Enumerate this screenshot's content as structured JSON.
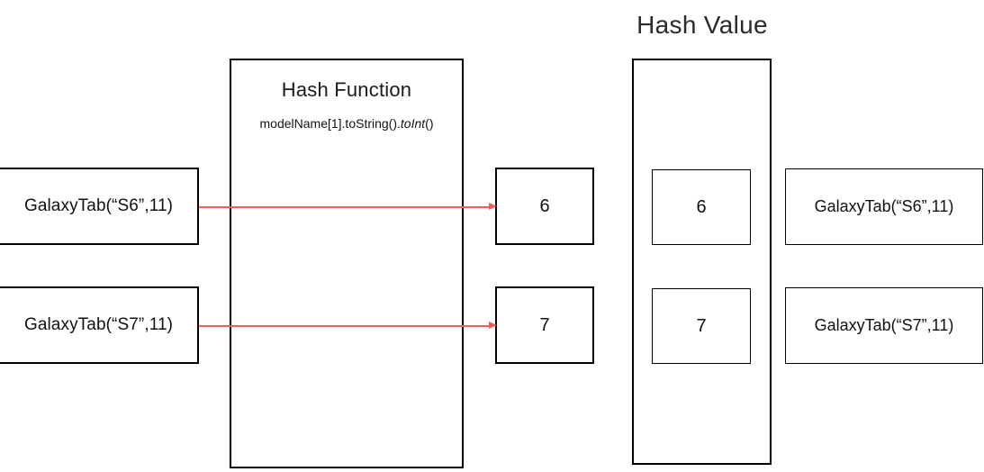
{
  "diagram": {
    "title": "Hash Value",
    "hash_function": {
      "title": "Hash Function",
      "expression_prefix": "modelName[1].toString().",
      "expression_italic": "toInt",
      "expression_suffix": "()"
    },
    "inputs": [
      {
        "label": "GalaxyTab(“S6”,11)"
      },
      {
        "label": "GalaxyTab(“S7”,11)"
      }
    ],
    "hash_results": [
      {
        "value": "6"
      },
      {
        "value": "7"
      }
    ],
    "table_slots": [
      {
        "value": "6"
      },
      {
        "value": "7"
      }
    ],
    "stored_objects": [
      {
        "label": "GalaxyTab(“S6”,11)"
      },
      {
        "label": "GalaxyTab(“S7”,11)"
      }
    ],
    "arrow_color": "#f75b5b",
    "line_color": "#000000"
  }
}
